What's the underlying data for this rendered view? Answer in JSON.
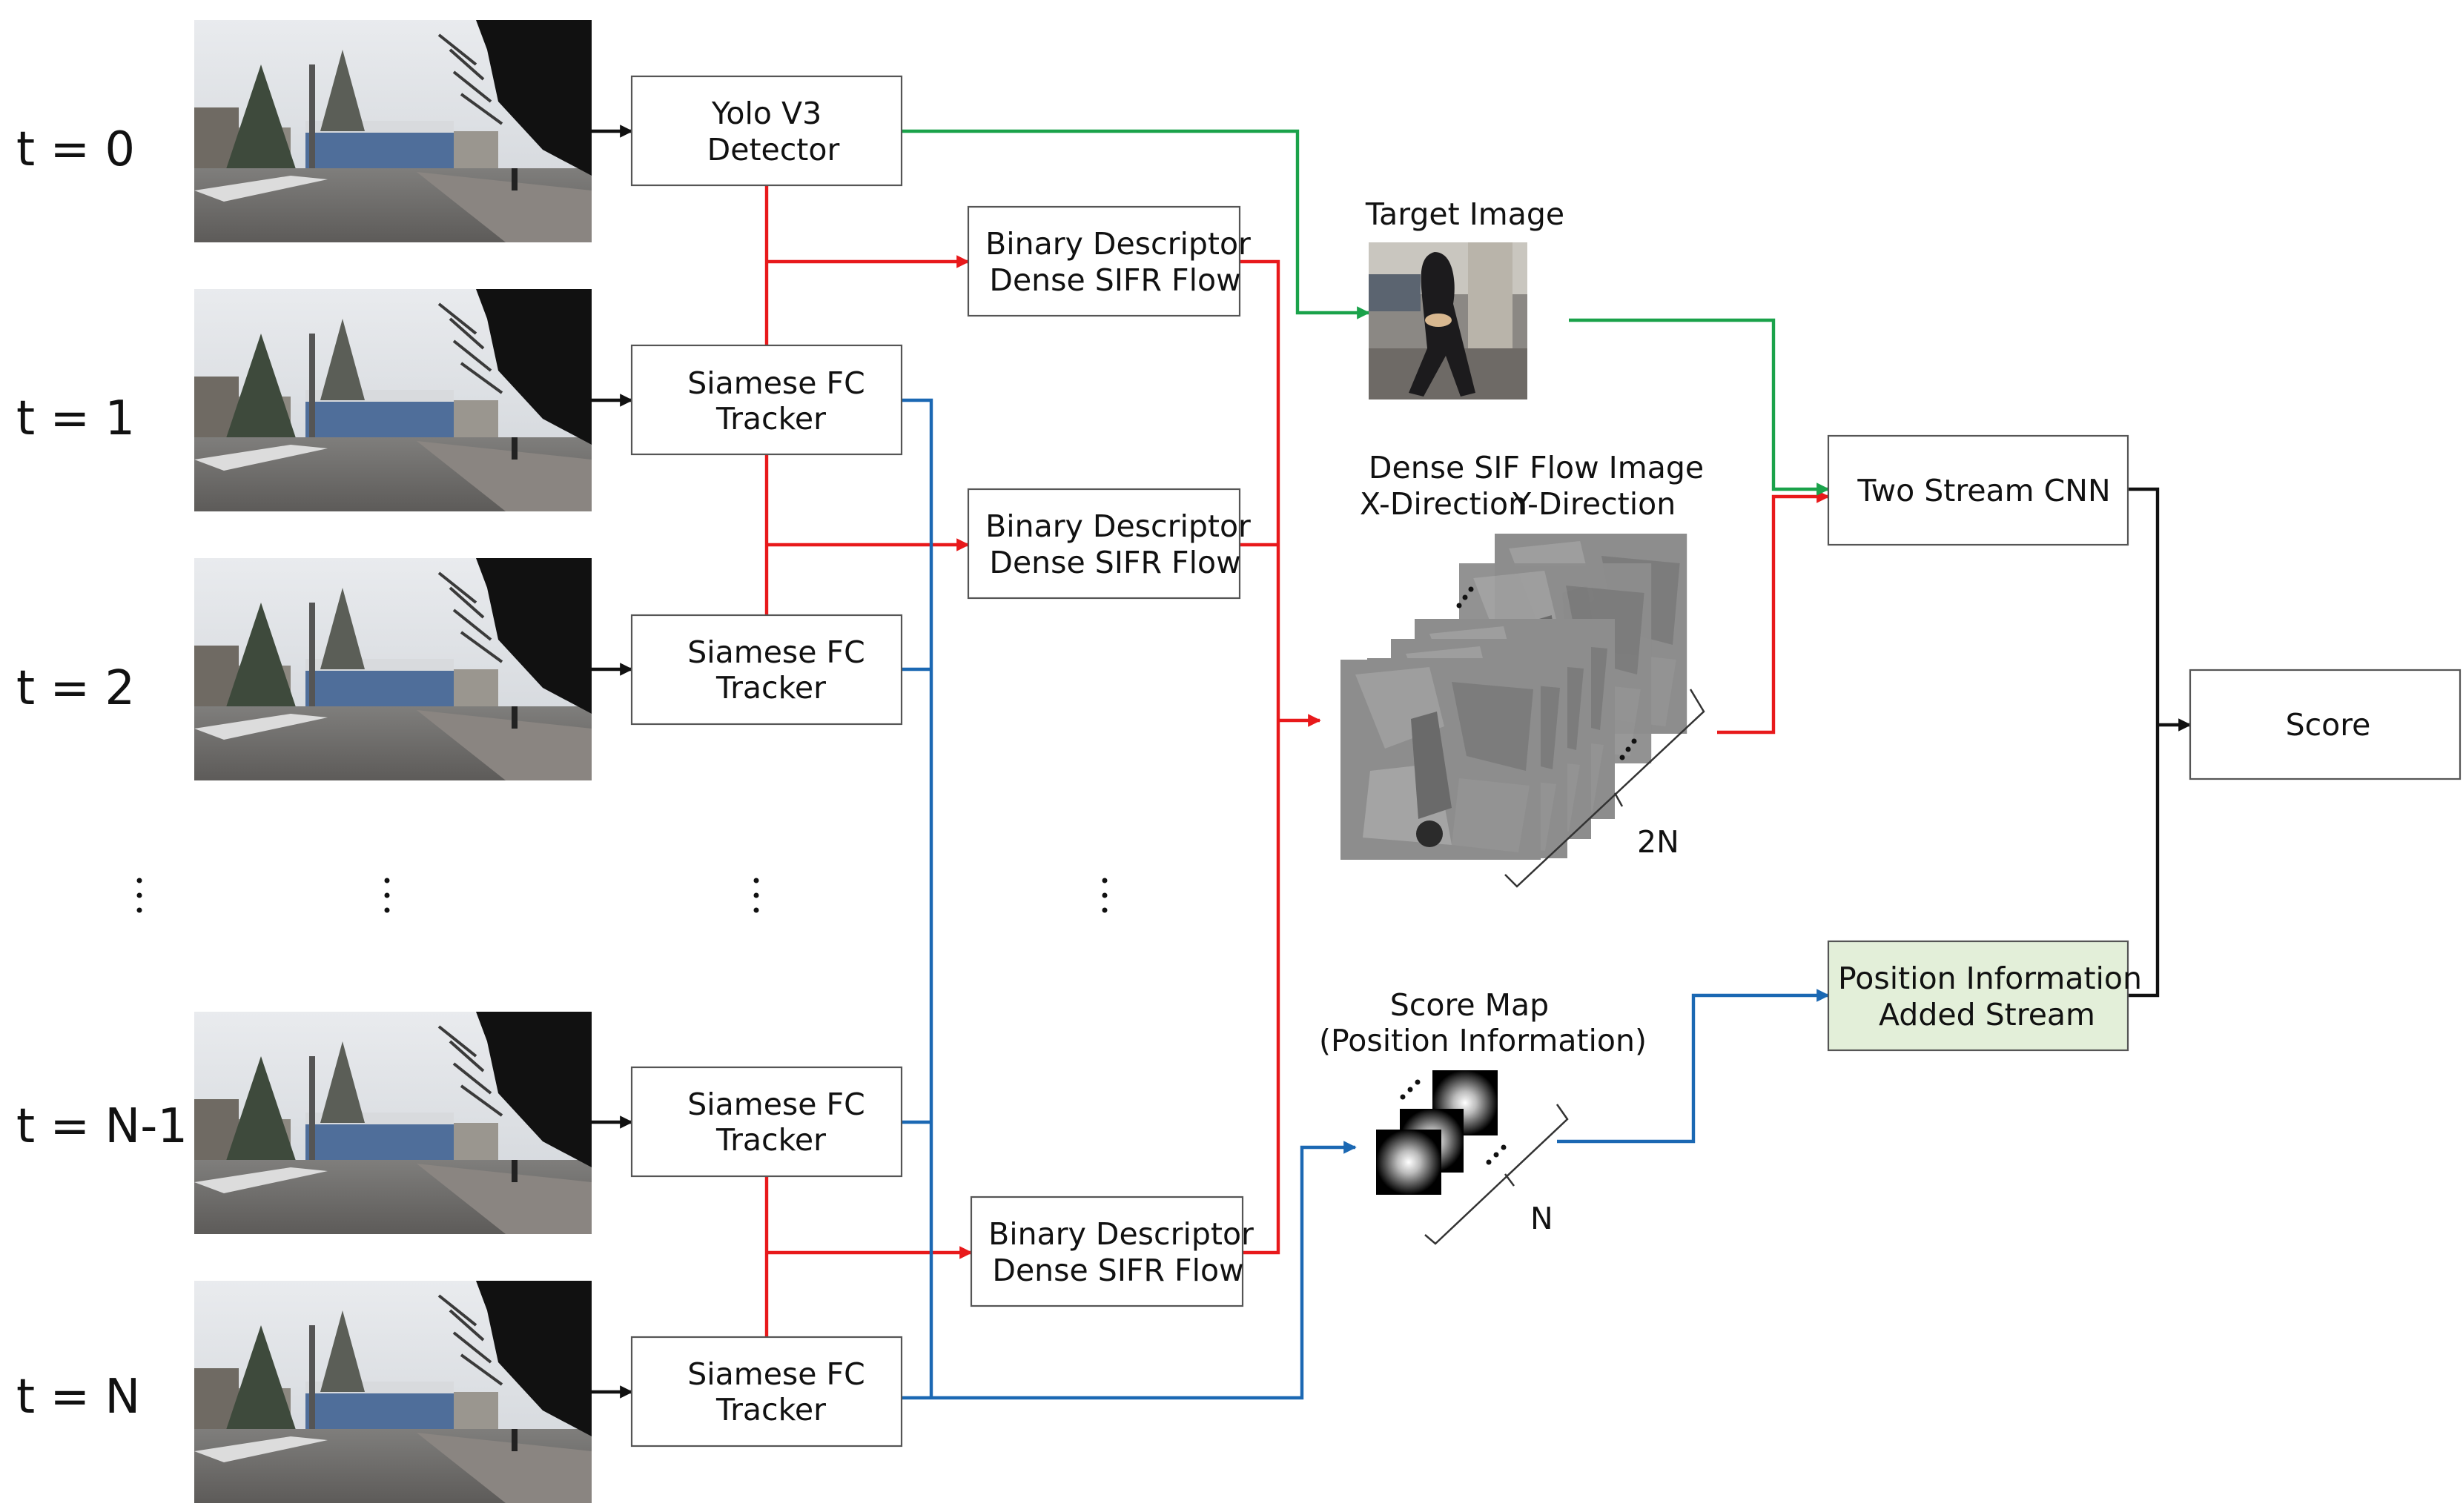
{
  "time_labels": {
    "t0": "t = 0",
    "t1": "t = 1",
    "t2": "t = 2",
    "tn1": "t = N-1",
    "tn": "t = N"
  },
  "detector": {
    "line1": "Yolo V3",
    "line2": "Detector"
  },
  "tracker": {
    "line1": "Siamese FC",
    "line2": "Tracker"
  },
  "descriptor": {
    "line1": "Binary Descriptor",
    "line2": "Dense SIFR Flow"
  },
  "target_image_label": "Target Image",
  "flow_image_label": {
    "line1": "Dense SIF Flow Image",
    "line2a": "X-Direction",
    "line2b": "Y-Direction"
  },
  "flow_stack_count": "2N",
  "score_map_label": {
    "line1": "Score Map",
    "line2": "(Position Information)"
  },
  "score_map_count": "N",
  "two_stream": "Two Stream CNN",
  "position_stream": {
    "line1": "Position Information",
    "line2": "Added Stream"
  },
  "score": "Score",
  "colors": {
    "red_arrow": "#e8191b",
    "green_arrow": "#1aa24a",
    "blue_arrow": "#1b68b3",
    "highlight_box": "#e3efd9"
  }
}
